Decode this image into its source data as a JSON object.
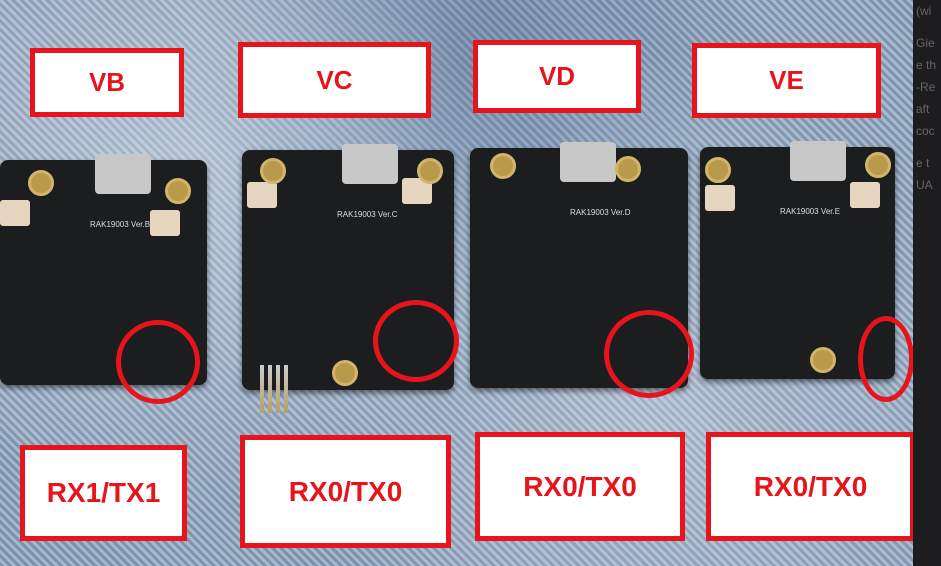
{
  "boards": [
    {
      "top_label": "VB",
      "bottom_label": "RX1/TX1",
      "silk": "RAK19003 Ver.B"
    },
    {
      "top_label": "VC",
      "bottom_label": "RX0/TX0",
      "silk": "RAK19003 Ver.C"
    },
    {
      "top_label": "VD",
      "bottom_label": "RX0/TX0",
      "silk": "RAK19003 Ver.D"
    },
    {
      "top_label": "VE",
      "bottom_label": "RX0/TX0",
      "silk": "RAK19003 Ver.E"
    }
  ],
  "side_panel": {
    "lines": [
      "(wi",
      "Gie",
      "e th",
      "-Re",
      "aft",
      "coc",
      "e t",
      "UA"
    ]
  },
  "colors": {
    "highlight": "#e8141b",
    "pcb": "#1c1d1f"
  }
}
